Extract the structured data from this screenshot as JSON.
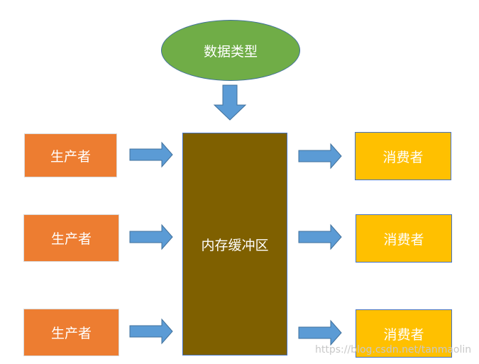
{
  "diagram": {
    "data_type": "数据类型",
    "buffer": "内存缓冲区",
    "producers": [
      "生产者",
      "生产者",
      "生产者"
    ],
    "consumers": [
      "消费者",
      "消费者",
      "消费者"
    ]
  },
  "watermark": "https://blog.csdn.net/tanmaolin",
  "colors": {
    "producer": "#ed7d31",
    "consumer": "#ffc000",
    "buffer": "#7f6000",
    "data_type": "#70ad47",
    "arrow": "#5b9bd5",
    "border": "#4472c4"
  }
}
